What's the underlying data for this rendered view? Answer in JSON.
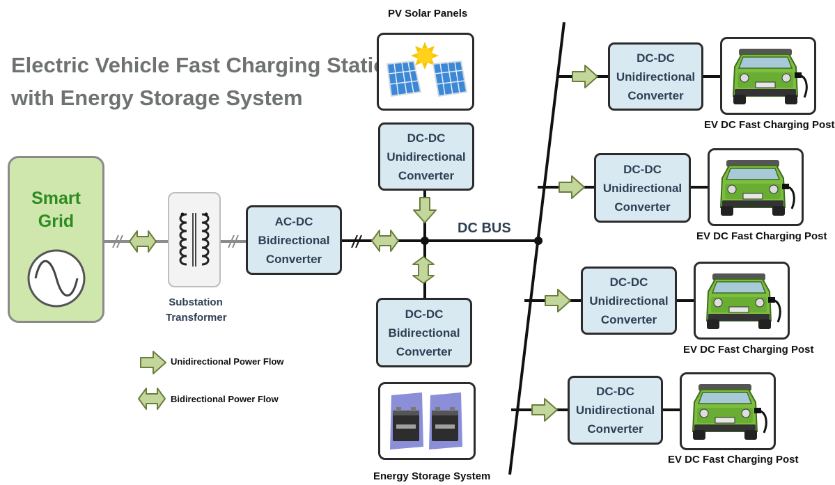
{
  "title": {
    "line1": "Electric Vehicle Fast Charging Station",
    "line2": "with Energy Storage System"
  },
  "smart_grid": {
    "line1": "Smart",
    "line2": "Grid"
  },
  "substation_transformer": {
    "line1": "Substation",
    "line2": "Transformer"
  },
  "ac_dc_converter": {
    "line1": "AC-DC",
    "line2": "Bidirectional",
    "line3": "Converter"
  },
  "pv": {
    "caption": "PV Solar Panels",
    "converter": {
      "line1": "DC-DC",
      "line2": "Unidirectional",
      "line3": "Converter"
    }
  },
  "storage": {
    "caption": "Energy Storage System",
    "converter": {
      "line1": "DC-DC",
      "line2": "Bidirectional",
      "line3": "Converter"
    }
  },
  "dc_bus_label": "DC BUS",
  "charging_posts": [
    {
      "converter": {
        "line1": "DC-DC",
        "line2": "Unidirectional",
        "line3": "Converter"
      },
      "caption": "EV DC Fast Charging Post"
    },
    {
      "converter": {
        "line1": "DC-DC",
        "line2": "Unidirectional",
        "line3": "Converter"
      },
      "caption": "EV DC Fast Charging Post"
    },
    {
      "converter": {
        "line1": "DC-DC",
        "line2": "Unidirectional",
        "line3": "Converter"
      },
      "caption": "EV DC Fast Charging Post"
    },
    {
      "converter": {
        "line1": "DC-DC",
        "line2": "Unidirectional",
        "line3": "Converter"
      },
      "caption": "EV DC Fast Charging Post"
    }
  ],
  "legend": {
    "unidirectional": "Unidirectional Power Flow",
    "bidirectional": "Bidirectional Power Flow"
  },
  "colors": {
    "arrow_fill": "#c3d69b",
    "arrow_stroke": "#6a7d3c",
    "converter_fill": "#d9e9f1",
    "smart_grid_fill": "#cfe7ad",
    "smart_grid_text": "#2e8b22",
    "label_text": "#2e3f55",
    "title_text": "#6f7273",
    "car_body": "#7cbf3f"
  },
  "icons": {
    "sine": "sine-wave-icon",
    "transformer": "transformer-coil-icon",
    "solar": "solar-panel-icon",
    "battery": "battery-icon",
    "car": "ev-car-icon",
    "uni_arrow": "unidirectional-arrow-icon",
    "bi_arrow": "bidirectional-arrow-icon"
  }
}
